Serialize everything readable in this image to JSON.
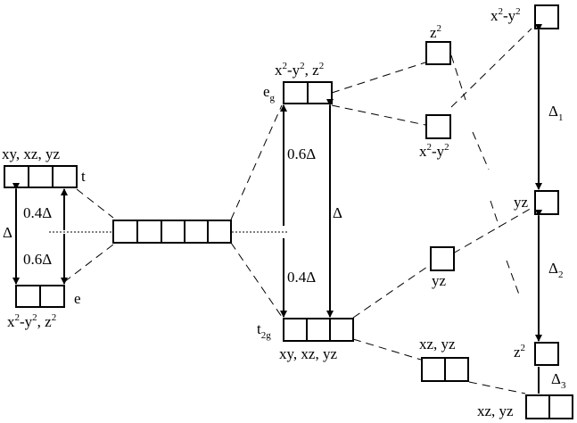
{
  "tetrahedral": {
    "t_label_orbitals": "xy, xz, yz",
    "t_symbol": "t",
    "e_symbol": "e",
    "e_label_x": "x",
    "e_label_2a": "2",
    "e_label_y": "-y",
    "e_label_2b": "2",
    "e_label_z": ", z",
    "e_label_2c": "2",
    "gap_upper": "0.4Δ",
    "gap_lower": "0.6Δ",
    "delta": "Δ"
  },
  "octahedral": {
    "eg_label_x": "x",
    "eg_label_2a": "2",
    "eg_label_y": "-y",
    "eg_label_2b": "2",
    "eg_label_z": ", z",
    "eg_label_2c": "2",
    "eg_symbol_e": "e",
    "eg_symbol_sub": "g",
    "t2g_symbol_t": "t",
    "t2g_symbol_sub": "2g",
    "t2g_orbitals": "xy, xz, yz",
    "gap_upper": "0.6Δ",
    "gap_lower": "0.4Δ",
    "delta": "Δ"
  },
  "middle": {
    "z2_a": "z",
    "z2_a_sup": "2",
    "x2y2_x": "x",
    "x2y2_2a": "2",
    "x2y2_y": "-y",
    "x2y2_2b": "2",
    "yz": "yz",
    "xz_yz": "xz, yz"
  },
  "right": {
    "x2y2_x": "x",
    "x2y2_2a": "2",
    "x2y2_y": "-y",
    "x2y2_2b": "2",
    "yz": "yz",
    "z2": "z",
    "z2_sup": "2",
    "xz_yz": "xz, yz",
    "delta1": "Δ",
    "delta1_sub": "1",
    "delta2": "Δ",
    "delta2_sub": "2",
    "delta3": "Δ",
    "delta3_sub": "3"
  }
}
